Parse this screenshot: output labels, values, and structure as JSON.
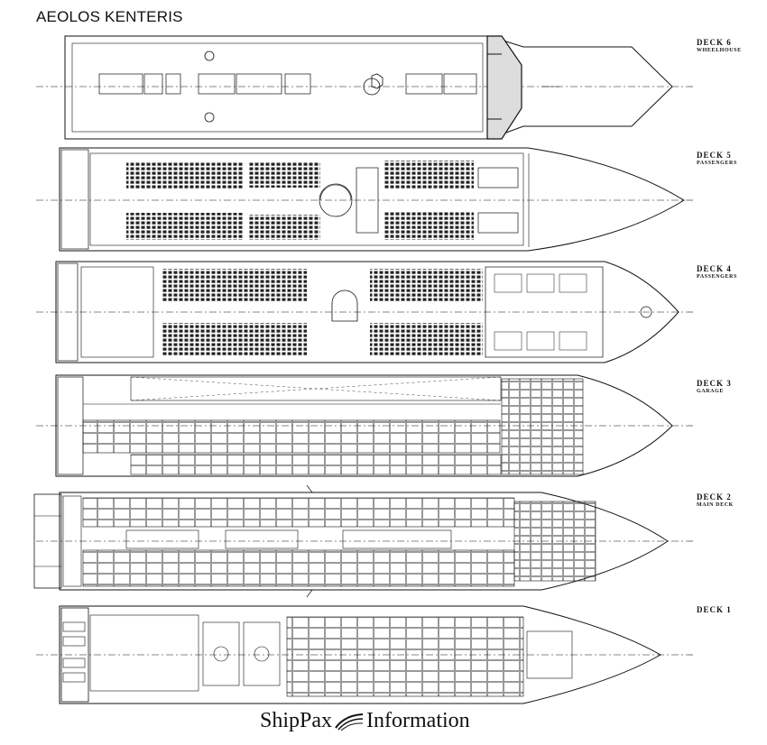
{
  "title": "AEOLOS KENTERIS",
  "decks": [
    {
      "id": "deck6",
      "number": "DECK 6",
      "name": "WHEELHOUSE"
    },
    {
      "id": "deck5",
      "number": "DECK 5",
      "name": "PASSENGERS"
    },
    {
      "id": "deck4",
      "number": "DECK 4",
      "name": "PASSENGERS"
    },
    {
      "id": "deck3",
      "number": "DECK 3",
      "name": "GARAGE"
    },
    {
      "id": "deck2",
      "number": "DECK 2",
      "name": "MAIN DECK"
    },
    {
      "id": "deck1",
      "number": "DECK 1",
      "name": ""
    }
  ],
  "footer": {
    "brand_left": "ShipPax",
    "brand_right": "Information"
  },
  "colors": {
    "ink": "#111111",
    "paper": "#ffffff"
  }
}
